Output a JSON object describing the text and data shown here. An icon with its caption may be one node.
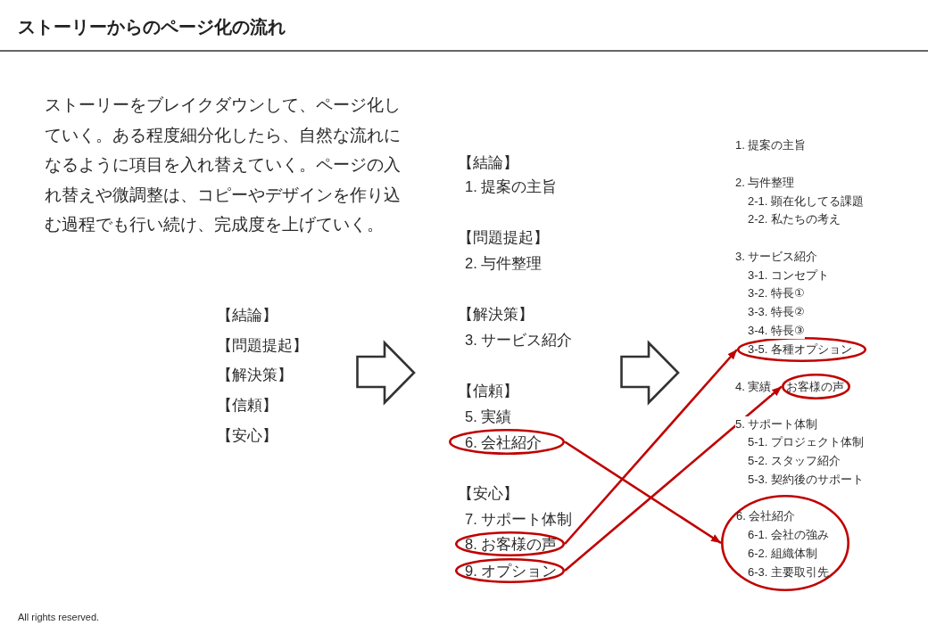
{
  "diagram": {
    "title": "ストーリーからのページ化の流れ",
    "nodes": [
      {
        "text": [
          "6. 会社紹介"
        ]
      },
      {
        "text": [
          "8. お客様の声"
        ]
      },
      {
        "text": [
          "9. オプション"
        ]
      },
      {
        "text": [
          "3-5. 各種オプション"
        ]
      },
      {
        "text": [
          "お客様の声"
        ]
      },
      {
        "text": [
          "6. 会社紹介",
          "6-1. 会社の強み",
          "6-2. 組織体制",
          "6-3. 主要取引先"
        ]
      }
    ],
    "edges": [
      {
        "from": 0,
        "to": 5,
        "arrow": "to"
      },
      {
        "from": 1,
        "to": 3,
        "arrow": "to"
      },
      {
        "from": 2,
        "to": 4,
        "arrow": "to"
      }
    ],
    "labels": [
      "ストーリーをブレイクダウンして、ページ化していく。ある程度細分化したら、自然な流れになるように項目を入れ替えていく。ページの入れ替えや微調整は、コピーやデザインを作り込む過程でも行い続け、完成度を上げていく。",
      "【結論】",
      "【問題提起】",
      "【解決策】",
      "【信頼】",
      "【安心】",
      "【結論】",
      "1. 提案の主旨",
      "【問題提起】",
      "2. 与件整理",
      "【解決策】",
      "3. サービス紹介",
      "【信頼】",
      "5. 実績",
      "【安心】",
      "7. サポート体制",
      "1. 提案の主旨",
      "2. 与件整理",
      "2-1. 顕在化してる課題",
      "2-2. 私たちの考え",
      "3. サービス紹介",
      "3-1. コンセプト",
      "3-2. 特長①",
      "3-3. 特長②",
      "3-4. 特長③",
      "4. 実績",
      "5. サポート体制",
      "5-1. プロジェクト体制",
      "5-2. スタッフ紹介",
      "5-3. 契約後のサポート",
      "All rights reserved."
    ]
  }
}
